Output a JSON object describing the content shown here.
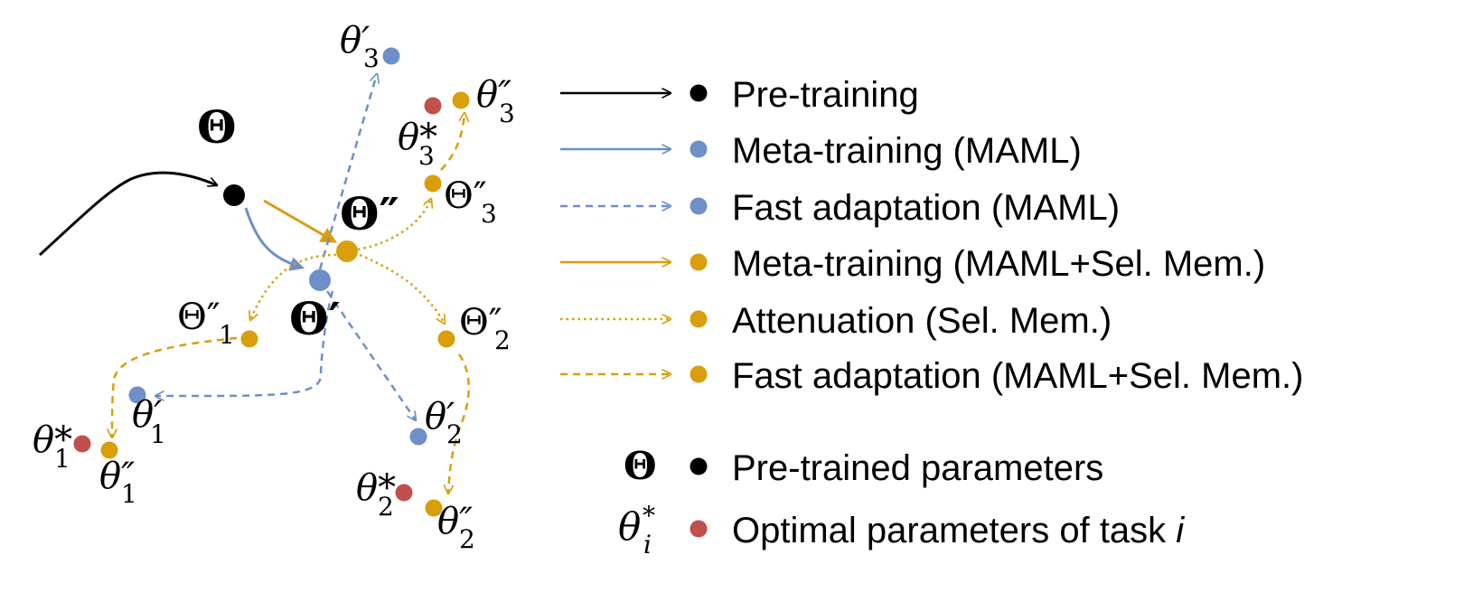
{
  "colors": {
    "black": "#000000",
    "blue": "#6e8fc8",
    "gold": "#d99e0b",
    "red": "#c0504d"
  },
  "diagram": {
    "labels": {
      "Theta": "Θ",
      "Theta_prime": "Θ′",
      "Theta_dprime": "Θ″",
      "Theta1_dprime": "Θ″",
      "Theta2_dprime": "Θ″",
      "Theta3_dprime": "Θ″",
      "theta1_prime": "θ′",
      "theta2_prime": "θ′",
      "theta3_prime": "θ′",
      "theta1_dprime": "θ″",
      "theta2_dprime": "θ″",
      "theta3_dprime": "θ″",
      "theta1_star": "θ*",
      "theta2_star": "θ*",
      "theta3_star": "θ*",
      "sub1": "1",
      "sub2": "2",
      "sub3": "3"
    }
  },
  "legend": {
    "items": [
      {
        "label": "Pre-training",
        "style": "solid-black"
      },
      {
        "label": "Meta-training (MAML)",
        "style": "solid-blue"
      },
      {
        "label": "Fast adaptation (MAML)",
        "style": "dashed-blue"
      },
      {
        "label": "Meta-training (MAML+Sel. Mem.)",
        "style": "solid-gold"
      },
      {
        "label": "Attenuation (Sel. Mem.)",
        "style": "dotted-gold"
      },
      {
        "label": "Fast adaptation (MAML+Sel. Mem.)",
        "style": "dashed-gold"
      }
    ],
    "symbols": [
      {
        "symbol": "Θ",
        "label": "Pre-trained parameters"
      },
      {
        "symbol": "θ",
        "sub": "i",
        "sup": "*",
        "label_prefix": "Optimal parameters of task ",
        "label_italic": "i"
      }
    ]
  }
}
